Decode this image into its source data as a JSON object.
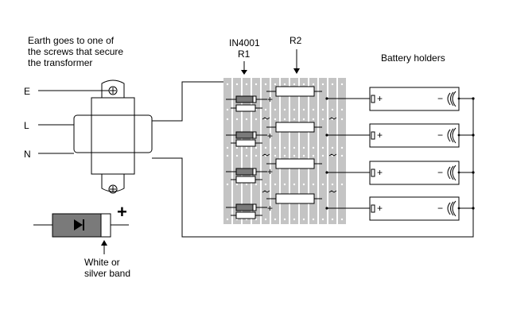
{
  "notes": {
    "earth_note": [
      "Earth goes to one of",
      "the screws that secure",
      "the transformer"
    ],
    "band_note": [
      "White or",
      "silver band"
    ]
  },
  "terminals": {
    "e": "E",
    "l": "L",
    "n": "N"
  },
  "parts": {
    "diode_name": "IN4001",
    "r1": "R1",
    "r2": "R2",
    "holders_title": "Battery holders"
  },
  "symbols": {
    "plus": "+",
    "minus": "−"
  },
  "colors": {
    "strip": "#c4c4c4",
    "line": "#000000",
    "diode_body": "#7a7a7a"
  }
}
